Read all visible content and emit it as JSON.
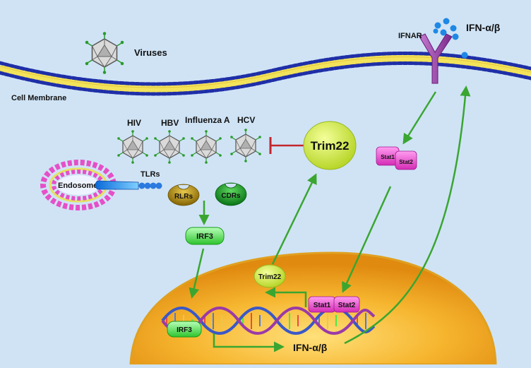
{
  "labels": {
    "viruses": "Viruses",
    "cell_membrane": "Cell Membrane",
    "ifnar": "IFNAR",
    "ifn_extracellular": "IFN-α/β",
    "hiv": "HIV",
    "hbv": "HBV",
    "influenza_a": "Influenza A",
    "hcv": "HCV",
    "trim22_large": "Trim22",
    "endosome": "Endosome",
    "tlrs": "TLRs",
    "rlrs": "RLRs",
    "cdrs": "CDRs",
    "irf3_cytoplasm": "IRF3",
    "stat1_cytoplasm": "Stat1",
    "stat2_cytoplasm": "Stat2",
    "trim22_nucleus": "Trim22",
    "stat1_nucleus": "Stat1",
    "stat2_nucleus": "Stat2",
    "irf3_nucleus": "IRF3",
    "ifn_nuclear": "IFN-α/β"
  },
  "colors": {
    "background": "#cfe3f5",
    "membrane_head": "#1f2fa8",
    "membrane_tail": "#f2e35a",
    "arrow": "#3aa630",
    "inhibit": "#c2262e",
    "trim22": "#d6ec4a",
    "stat": "#e64fc8",
    "irf3": "#4fd84f",
    "ifnar": "#9b3fa8",
    "ifn_dots": "#1e88e5",
    "nucleus": "#f0a21a"
  },
  "icons": [
    "virus-capsid-icon",
    "receptor-y-icon",
    "dna-helix-icon",
    "endosome-icon"
  ]
}
